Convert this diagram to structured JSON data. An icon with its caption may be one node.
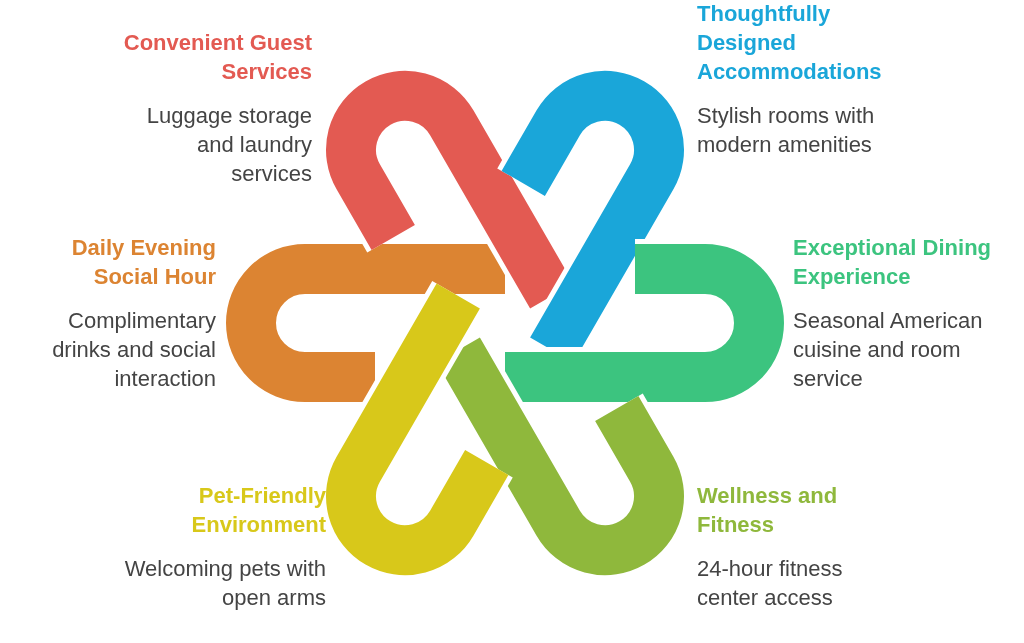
{
  "diagram": {
    "labels": [
      "Convenient Guest Services",
      "Luggage storage and laundry services",
      "Thoughtfully Designed Accommodations",
      "Stylish rooms with modern amenities",
      "Daily Evening Social Hour",
      "Complimentary drinks and social interaction",
      "Exceptional Dining Experience",
      "Seasonal American cuisine and room service",
      "Pet-Friendly Environment",
      "Welcoming pets with open arms",
      "Wellness and Fitness",
      "24-hour fitness center access"
    ]
  }
}
